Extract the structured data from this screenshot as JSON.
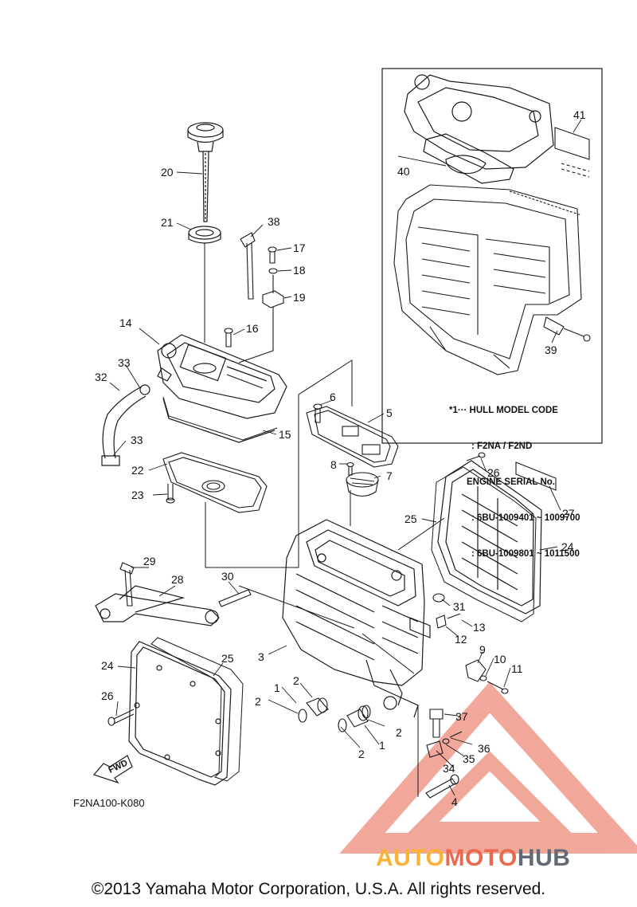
{
  "labels": [
    "1",
    "2",
    "3",
    "4",
    "5",
    "6",
    "7",
    "8",
    "9",
    "10",
    "11",
    "12",
    "13",
    "14",
    "15",
    "16",
    "17",
    "18",
    "19",
    "20",
    "21",
    "22",
    "23",
    "24",
    "25",
    "26",
    "27",
    "28",
    "29",
    "30",
    "31",
    "32",
    "33",
    "34",
    "35",
    "36",
    "37",
    "38",
    "39",
    "40",
    "41"
  ],
  "labels_dup": [
    "1",
    "2",
    "2",
    "2",
    "24",
    "25",
    "26",
    "33"
  ],
  "note": {
    "line1": "*1··· HULL MODEL CODE",
    "line2": ": F2NA / F2ND",
    "line3": "ENGINE SERIAL No.",
    "line4": ": 6BU-1009401 ~ 1009700",
    "line5": ": 6BU-1009801 ~ 1011500"
  },
  "arrow_label": "FWD",
  "part_code": "F2NA100-K080",
  "copyright": "©2013 Yamaha Motor Corporation, U.S.A. All rights reserved.",
  "brand": {
    "part1": "AUTO",
    "part2": "MOTO",
    "part3": "HUB"
  },
  "colors": {
    "line": "#1a1a1a",
    "watermark": "#e8604a",
    "brand_yellow": "#f9b234",
    "brand_grey": "#616b78"
  }
}
